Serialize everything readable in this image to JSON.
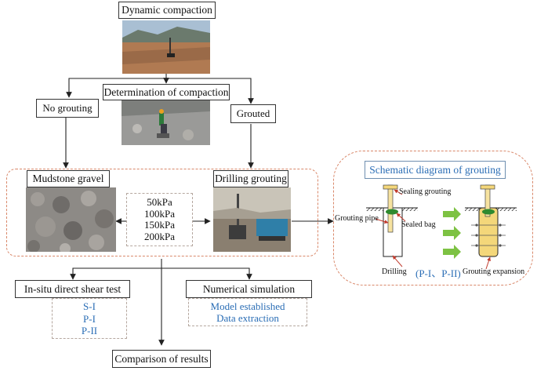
{
  "nodes": {
    "dynamic_compaction": "Dynamic compaction",
    "determination": "Determination of compaction",
    "no_grouting": "No grouting",
    "grouted": "Grouted",
    "mudstone_gravel": "Mudstone gravel",
    "drilling_grouting": "Drilling grouting",
    "in_situ_test": "In-situ direct shear test",
    "numerical_simulation": "Numerical simulation",
    "comparison": "Comparison of results"
  },
  "pressures": [
    "50kPa",
    "100kPa",
    "150kPa",
    "200kPa"
  ],
  "test_items": [
    "S-I",
    "P-I",
    "P-II"
  ],
  "sim_items": [
    "Model established",
    "Data extraction"
  ],
  "schematic": {
    "title": "Schematic diagram of grouting",
    "sealing_grouting": "Sealing grouting",
    "grouting_pipe": "Grouting pipe",
    "sealed_bag": "Sealed bag",
    "drilling": "Drilling",
    "cases": "(P-I、P-II)",
    "grouting_expansion": "Grouting expansion"
  },
  "colors": {
    "dashed_border": "#d9886a",
    "blue_text": "#2a6db5",
    "arrow_green": "#7dc243",
    "grout_fill": "#f4d77a"
  }
}
